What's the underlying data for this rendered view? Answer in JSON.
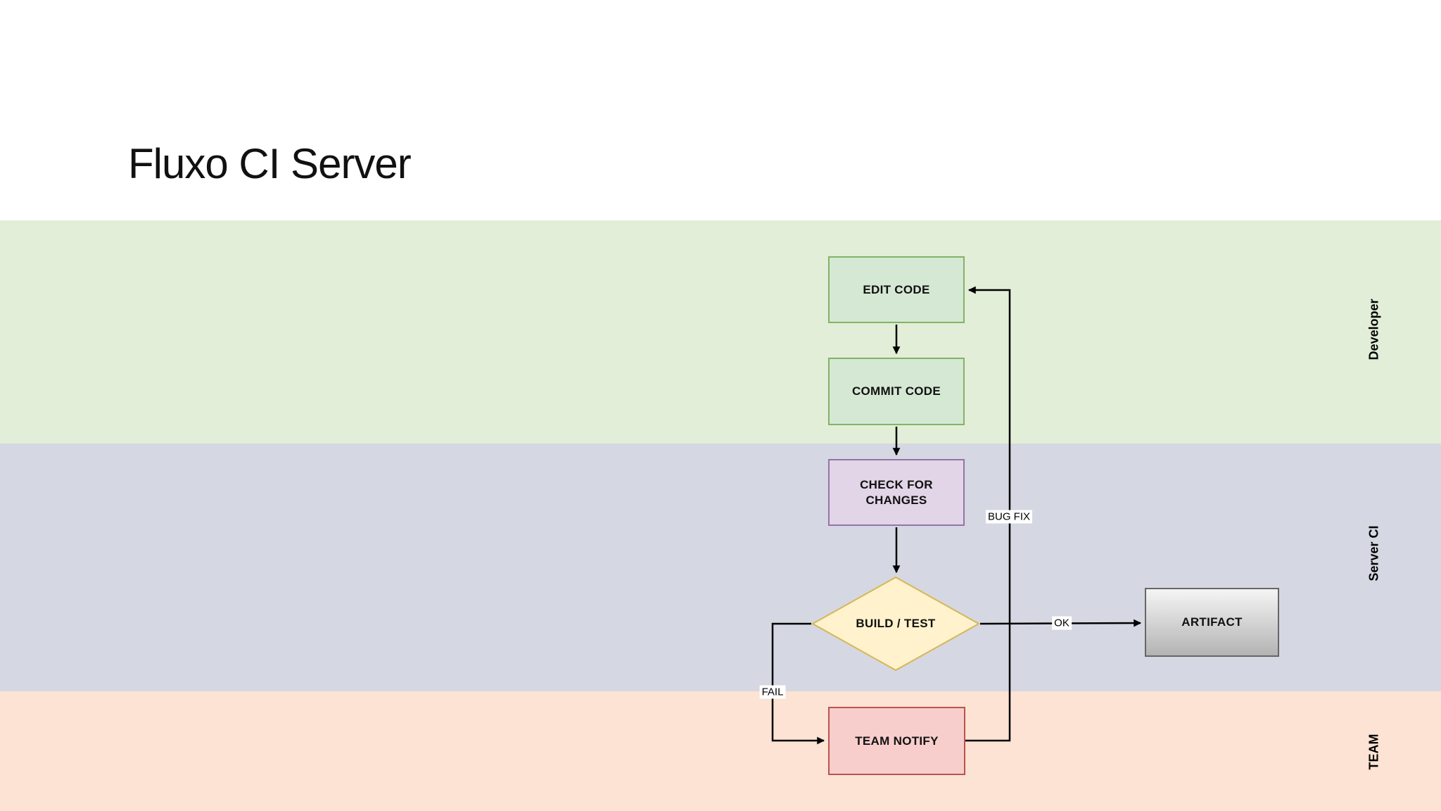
{
  "title": "Fluxo CI Server",
  "lanes": [
    {
      "id": "developer",
      "label": "Developer",
      "background": "#e2eed8"
    },
    {
      "id": "server-ci",
      "label": "Server CI",
      "background": "#d5d8e2"
    },
    {
      "id": "team",
      "label": "TEAM",
      "background": "#fce3d3"
    }
  ],
  "nodes": {
    "edit_code": {
      "label": "EDIT CODE",
      "shape": "rectangle",
      "fill": "#d5e8d4",
      "border": "#82b366",
      "lane": "Developer"
    },
    "commit_code": {
      "label": "COMMIT CODE",
      "shape": "rectangle",
      "fill": "#d5e8d4",
      "border": "#82b366",
      "lane": "Developer"
    },
    "check_for_changes": {
      "label": "CHECK FOR CHANGES",
      "shape": "rectangle",
      "fill": "#e1d5e7",
      "border": "#9673a6",
      "lane": "Server CI"
    },
    "build_test": {
      "label": "BUILD / TEST",
      "shape": "diamond",
      "fill": "#fff2cc",
      "border": "#d6b656",
      "lane": "Server CI"
    },
    "artifact": {
      "label": "ARTIFACT",
      "shape": "rectangle",
      "fill_top": "#f5f5f5",
      "fill_bottom": "#b3b3b3",
      "border": "#666666",
      "lane": "Server CI"
    },
    "team_notify": {
      "label": "TEAM NOTIFY",
      "shape": "rectangle",
      "fill": "#f8cecc",
      "border": "#b85450",
      "lane": "TEAM"
    }
  },
  "edges": {
    "edit_to_commit": {
      "from": "edit_code",
      "to": "commit_code",
      "label": ""
    },
    "commit_to_check": {
      "from": "commit_code",
      "to": "check_for_changes",
      "label": ""
    },
    "check_to_build": {
      "from": "check_for_changes",
      "to": "build_test",
      "label": ""
    },
    "build_to_artifact": {
      "from": "build_test",
      "to": "artifact",
      "label": "OK"
    },
    "build_to_notify": {
      "from": "build_test",
      "to": "team_notify",
      "label": "FAIL"
    },
    "notify_to_edit": {
      "from": "team_notify",
      "to": "edit_code",
      "label": "BUG FIX"
    }
  },
  "colors": {
    "arrow": "#000000",
    "edge_label_background": "#ffffff",
    "title_text": "#111111"
  }
}
